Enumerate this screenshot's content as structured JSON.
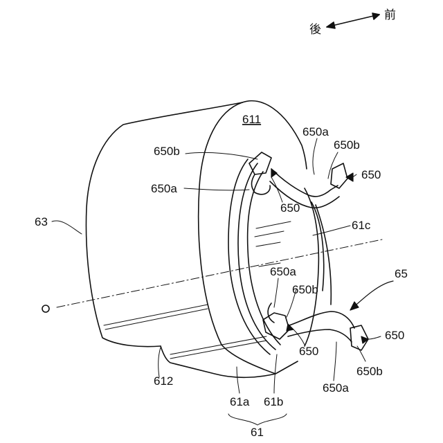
{
  "direction": {
    "rear": "後",
    "front": "前"
  },
  "labels": {
    "l611": "611",
    "l650b_upper_left": "650b",
    "l650a_upper_left": "650a",
    "l650a_upper_right": "650a",
    "l650b_upper_right": "650b",
    "l650_upper_right": "650",
    "l650_upper_mid": "650",
    "l61c": "61c",
    "l63": "63",
    "l65": "65",
    "l650a_lower_mid": "650a",
    "l650b_lower_mid": "650b",
    "l650_lower_right": "650",
    "l650_lower_mid": "650",
    "l650b_lower_right": "650b",
    "l650a_lower_bottom": "650a",
    "l612": "612",
    "l61a": "61a",
    "l61b": "61b",
    "l61": "61",
    "axis_marker": "O"
  }
}
